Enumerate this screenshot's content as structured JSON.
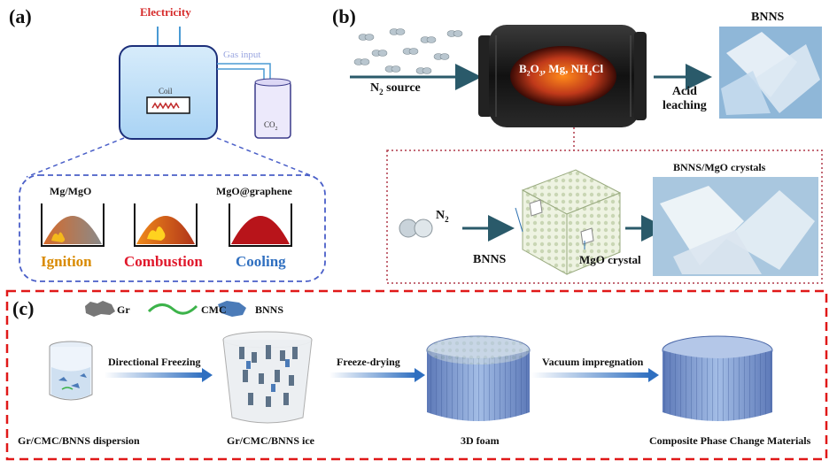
{
  "panel_a": {
    "letter": "(a)",
    "electricity": "Electricity",
    "gas_input": "Gas input",
    "coil": "Coil",
    "co2": "CO",
    "co2_sub": "2",
    "stage_labels": [
      "Mg/MgO",
      "",
      "MgO@graphene"
    ],
    "stages": [
      "Ignition",
      "Combustion",
      "Cooling"
    ],
    "colors": {
      "ignition": "#d98a00",
      "combustion": "#e0182b",
      "cooling": "#2f6fc0",
      "electricity": "#d62b2b",
      "gas": "#9aa6e0"
    }
  },
  "panel_b": {
    "letter": "(b)",
    "n2_source": "N",
    "n2_source_sub": "2",
    "n2_source_rest": " source",
    "reactor_text": "B",
    "reactor_b_sub": "2",
    "reactor_o": "O",
    "reactor_o_sub": "3",
    "reactor_rest": ", Mg, NH",
    "reactor_nh_sub": "4",
    "reactor_cl": "Cl",
    "acid_line1": "Acid",
    "acid_line2": "leaching",
    "bnns_title": "BNNS",
    "n2": "N",
    "n2_sub": "2",
    "bnns": "BNNS",
    "mgo_crystal": "MgO crystal",
    "bnns_mgo_crystals": "BNNS/MgO crystals"
  },
  "panel_c": {
    "letter": "(c)",
    "legend": [
      "Gr",
      "CMC",
      "BNNS"
    ],
    "steps": [
      "Directional Freezing",
      "Freeze-drying",
      "Vacuum impregnation"
    ],
    "captions": [
      "Gr/CMC/BNNS dispersion",
      "Gr/CMC/BNNS ice",
      "3D foam",
      "Composite Phase Change Materials"
    ]
  }
}
